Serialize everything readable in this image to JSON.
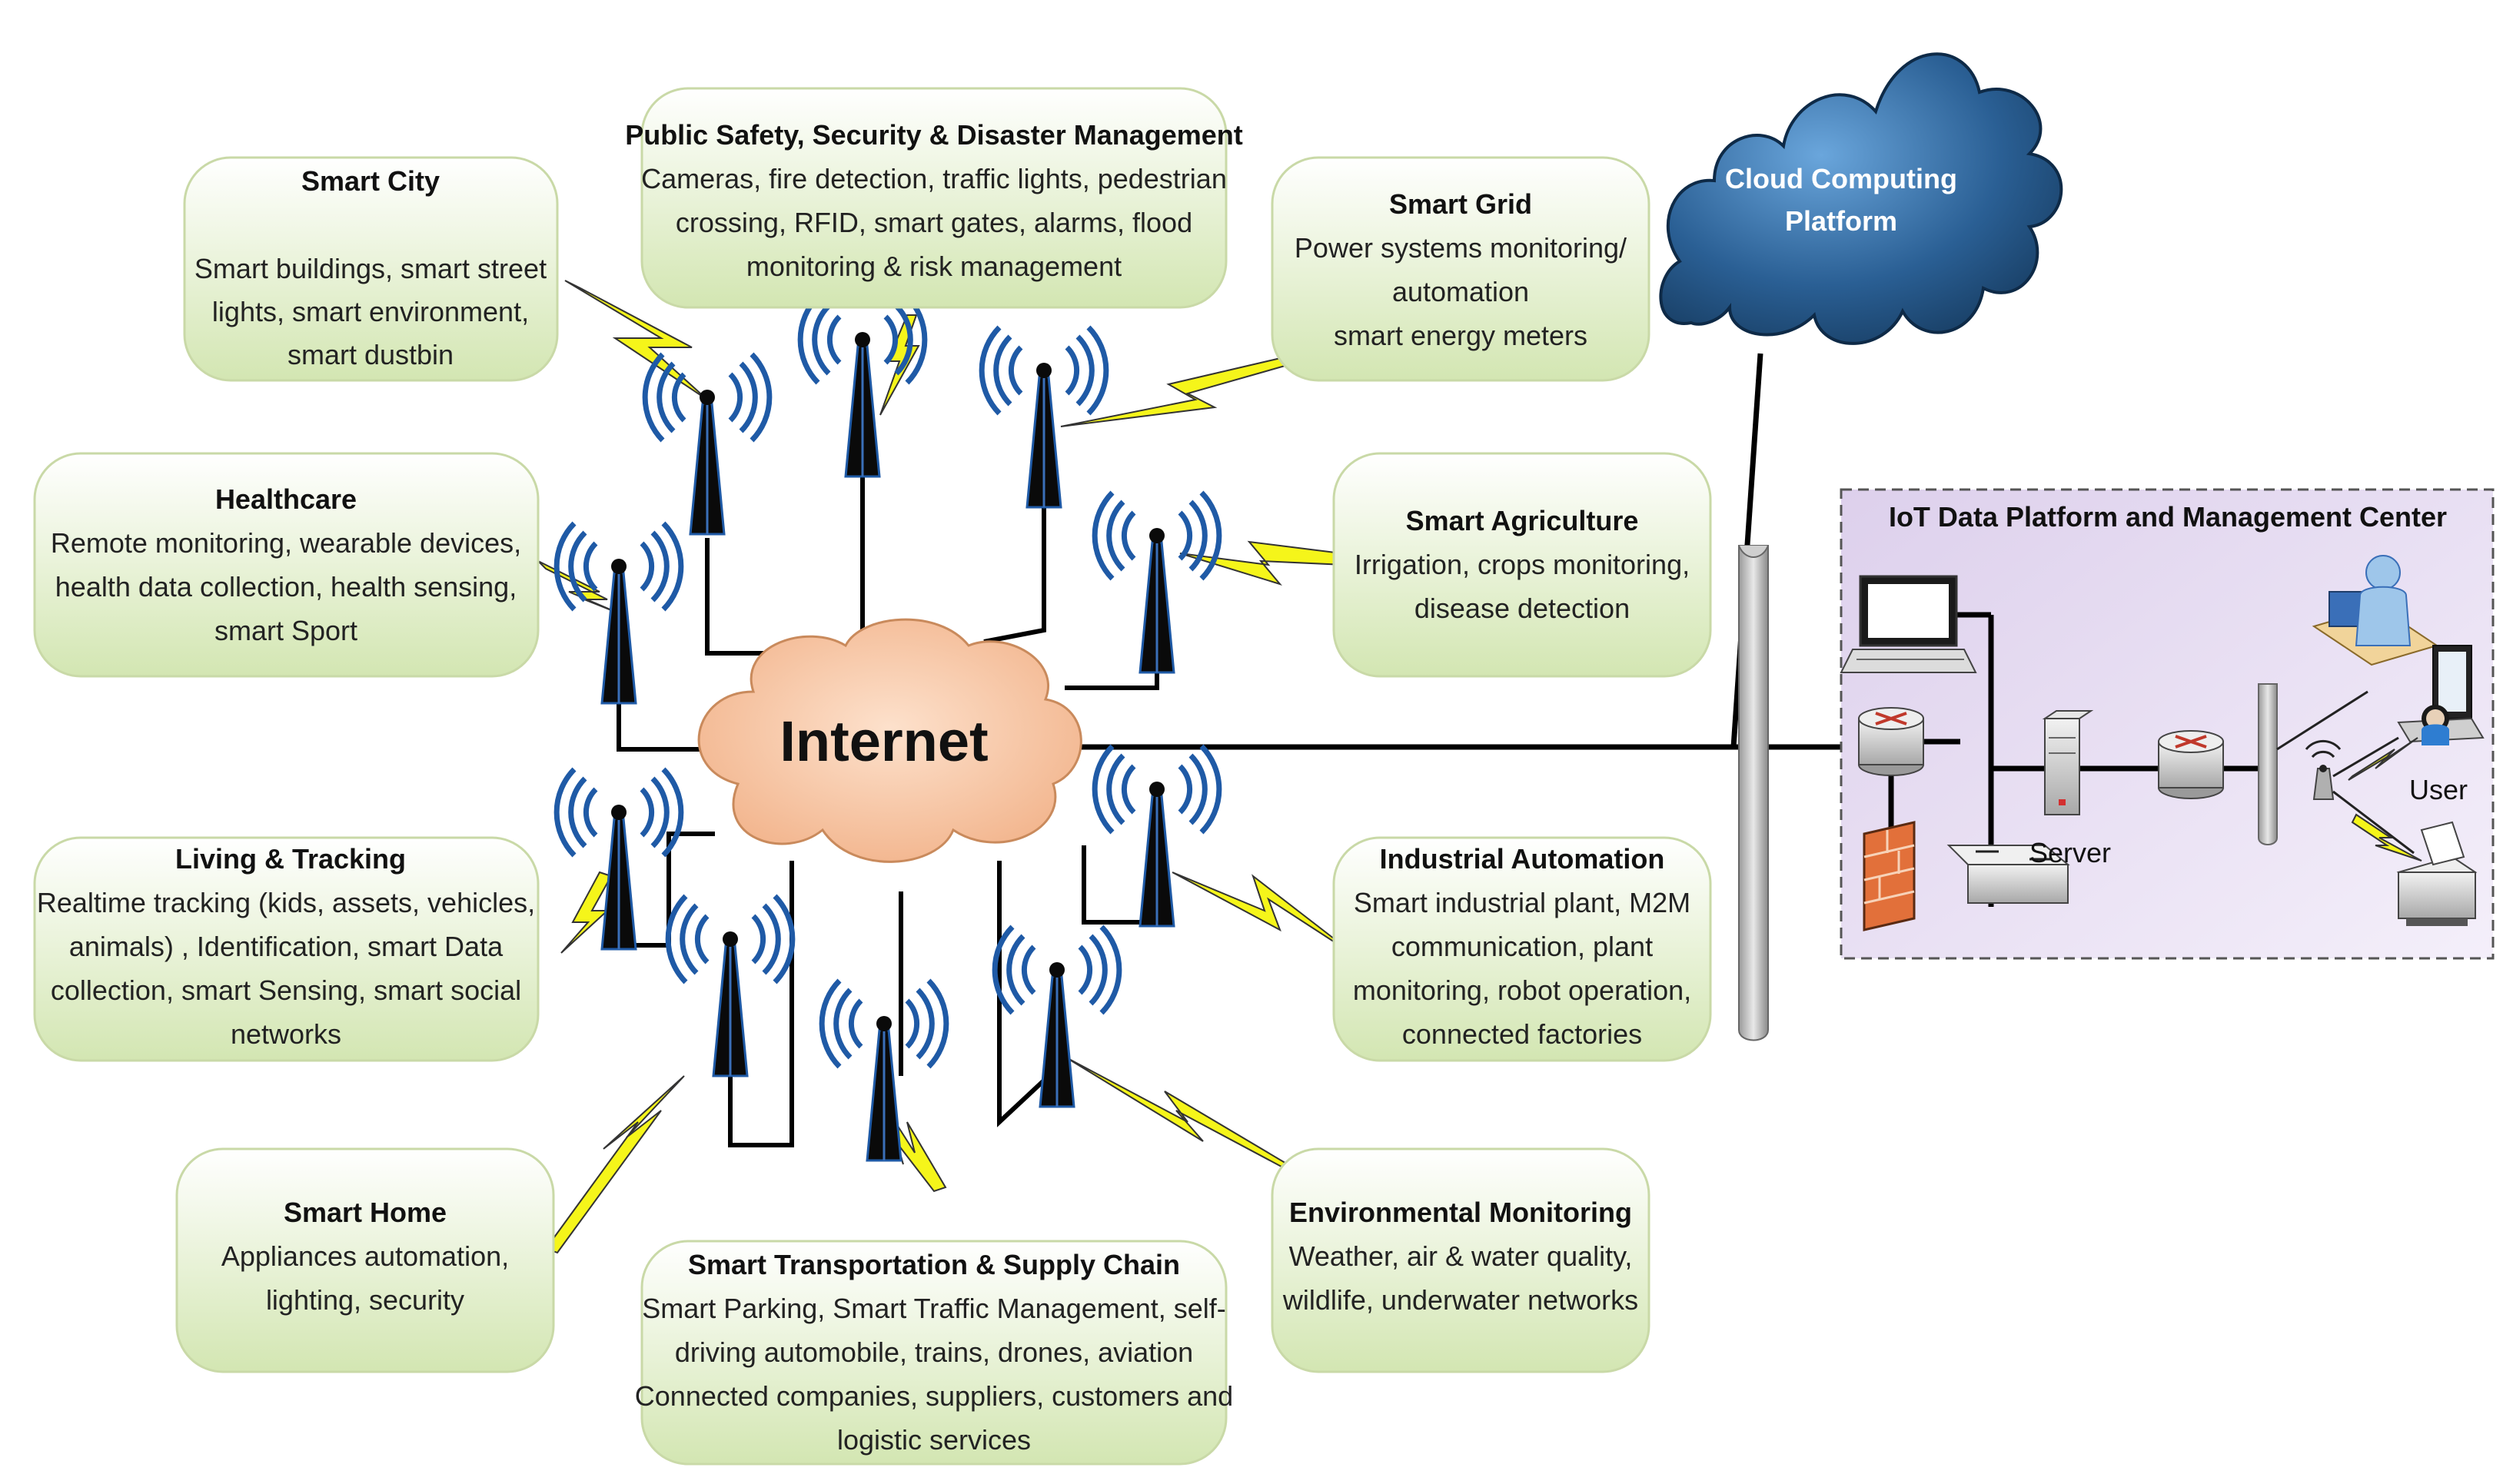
{
  "internet_label": "Internet",
  "cloud_label": [
    "Cloud Computing",
    "Platform"
  ],
  "domains": [
    {
      "id": "smart-city",
      "title": "Smart City",
      "lines": [
        "Smart buildings, smart street",
        "lights, smart environment,",
        "smart dustbin"
      ]
    },
    {
      "id": "public-safety",
      "title": "Public Safety,  Security & Disaster Management",
      "lines": [
        "Cameras, fire detection, traffic lights, pedestrian",
        "crossing, RFID, smart gates, alarms, flood",
        "monitoring & risk management"
      ]
    },
    {
      "id": "smart-grid",
      "title": "Smart Grid",
      "lines": [
        "Power systems monitoring/",
        "automation",
        "smart energy meters"
      ]
    },
    {
      "id": "healthcare",
      "title": "Healthcare",
      "lines": [
        "Remote monitoring, wearable devices,",
        "health data collection, health sensing,",
        "smart Sport"
      ]
    },
    {
      "id": "smart-agriculture",
      "title": "Smart Agriculture",
      "lines": [
        "Irrigation, crops monitoring,",
        "disease detection"
      ]
    },
    {
      "id": "living-tracking",
      "title": "Living & Tracking",
      "lines": [
        "Realtime tracking (kids, assets, vehicles,",
        "animals) , Identification, smart Data",
        "collection, smart Sensing,  smart social",
        "networks"
      ]
    },
    {
      "id": "industrial-automation",
      "title": "Industrial Automation",
      "lines": [
        "Smart industrial plant, M2M",
        "communication, plant",
        "monitoring, robot operation,",
        "connected factories"
      ]
    },
    {
      "id": "smart-home",
      "title": "Smart Home",
      "lines": [
        "Appliances automation,",
        "lighting, security"
      ]
    },
    {
      "id": "smart-transportation",
      "title": "Smart Transportation & Supply Chain",
      "lines": [
        "Smart Parking, Smart Traffic Management, self-",
        "driving automobile, trains, drones, aviation",
        "Connected companies, suppliers, customers and",
        "logistic services"
      ]
    },
    {
      "id": "environmental-monitoring",
      "title": "Environmental Monitoring",
      "lines": [
        "Weather, air & water quality,",
        "wildlife, underwater networks"
      ]
    }
  ],
  "iot_center": {
    "title": "IoT Data Platform and Management Center",
    "server_label": "Server",
    "user_label": "User"
  },
  "colors": {
    "box_fill_top": "#ffffff",
    "box_fill_bottom": "#d6e8b8",
    "box_stroke": "#c9d9a7",
    "internet_cloud": "#f8c9a8",
    "cloud_dark": "#1f4e79",
    "cloud_light": "#4f8ec9",
    "antenna_wave": "#1f5aa6",
    "lightning": "#f5f51a",
    "iot_panel": "#e4daf0",
    "iot_border": "#555555"
  }
}
